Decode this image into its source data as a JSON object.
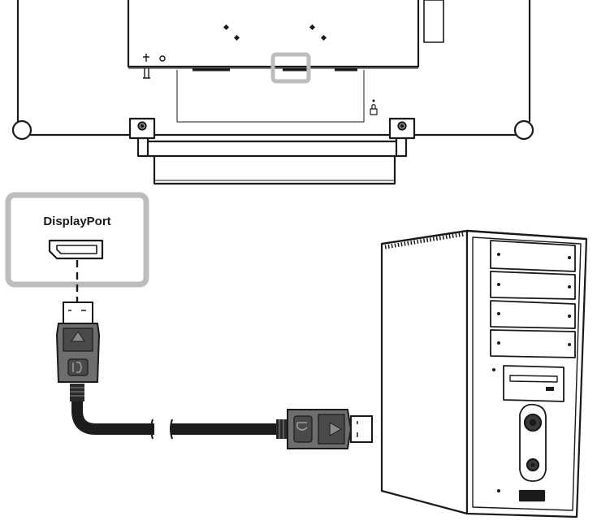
{
  "diagram": {
    "port_label": "DisplayPort",
    "colors": {
      "line": "#1a1a1a",
      "highlight": "#bdbdbd",
      "connector_dark": "#4a4a4a",
      "connector_mid": "#7a7a7a",
      "cable": "#1c1c1c",
      "panel": "#ffffff"
    },
    "icons": [
      "monitor-back",
      "displayport-socket",
      "displayport-plug",
      "desktop-tower-computer"
    ]
  }
}
